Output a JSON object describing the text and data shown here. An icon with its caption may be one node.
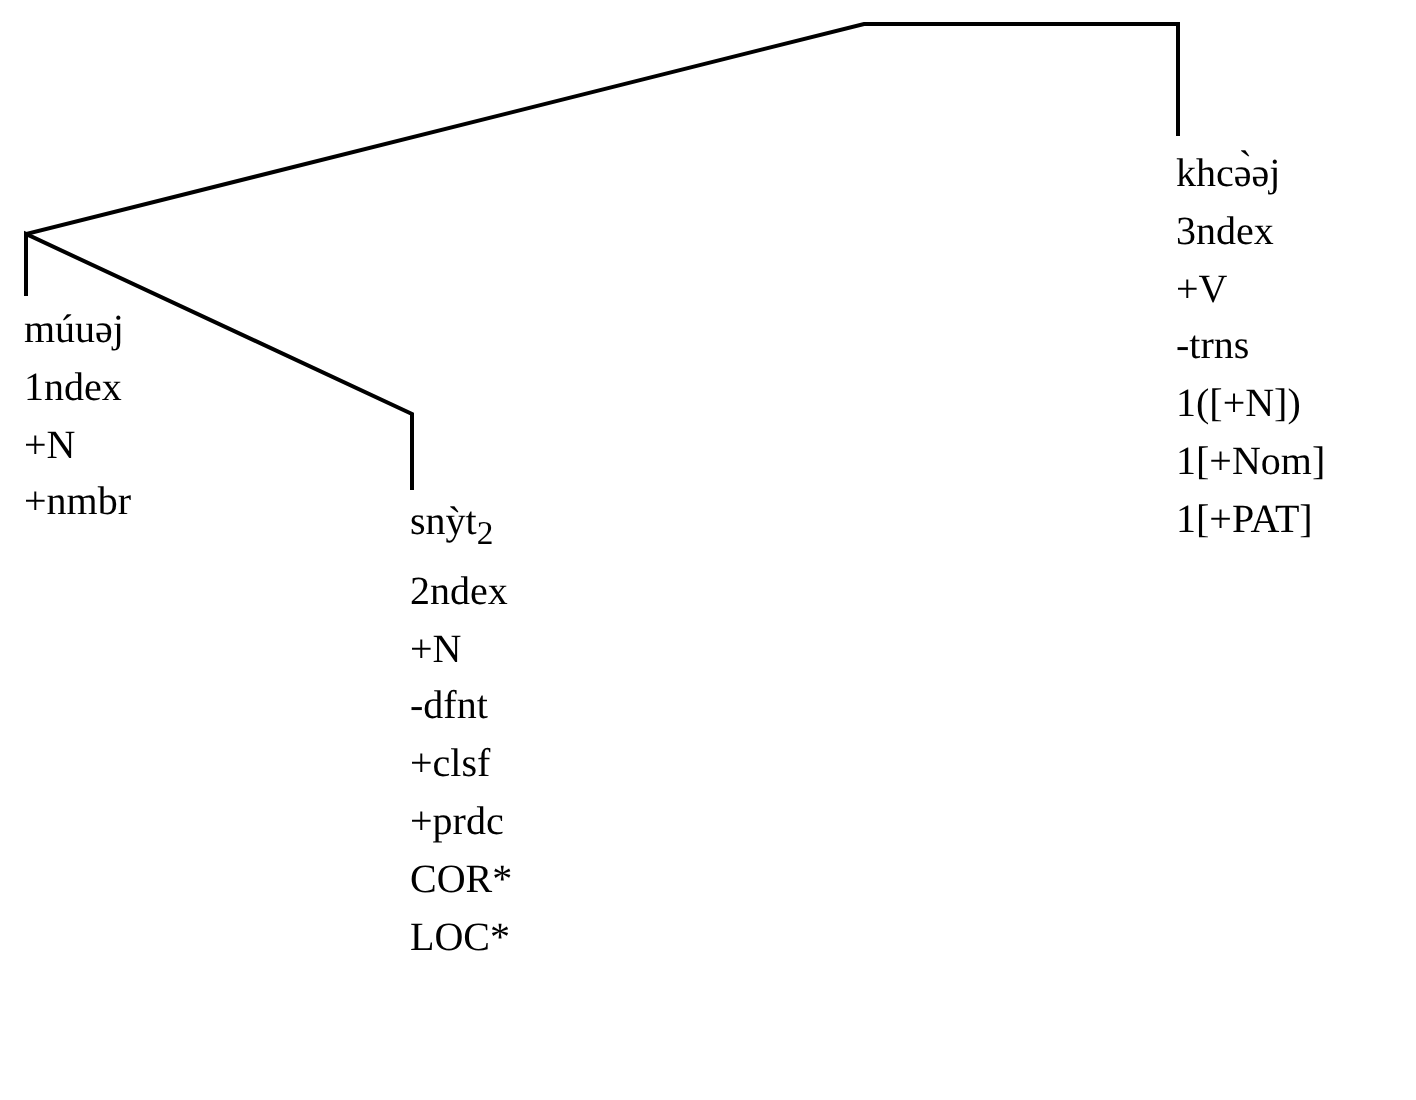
{
  "diagram": {
    "nodes": [
      {
        "text": [
          "múuəj",
          "1ndex",
          "+N",
          "+nmbr"
        ]
      },
      {
        "text": [
          "snỳt$_{2}$",
          "2ndex",
          "+N",
          "-dfnt",
          "+clsf",
          "+prdc",
          "COR*",
          "LOC*"
        ]
      },
      {
        "text": [
          "khcə̀əj",
          "3ndex",
          "+V",
          "-trns",
          "1([+N])",
          "1[+Nom]",
          "1[+PAT]"
        ]
      }
    ],
    "edges": [
      {
        "from": 0,
        "to": 1,
        "arrow": "none"
      },
      {
        "from": 0,
        "to": 2,
        "arrow": "none"
      }
    ]
  }
}
